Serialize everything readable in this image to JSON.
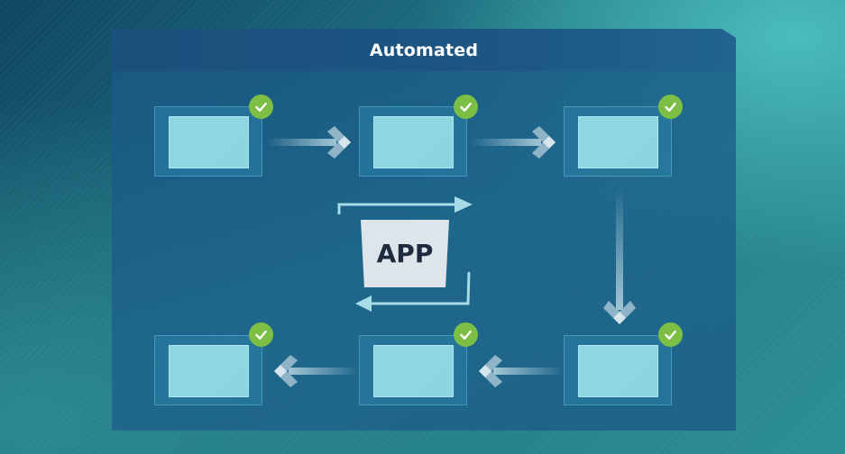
{
  "panel": {
    "title": "Automated"
  },
  "center": {
    "label": "APP",
    "icon": "cycle-arrows-icon"
  },
  "nodes": [
    {
      "id": "step-1",
      "status": "complete",
      "icon": "check-icon"
    },
    {
      "id": "step-2",
      "status": "complete",
      "icon": "check-icon"
    },
    {
      "id": "step-3",
      "status": "complete",
      "icon": "check-icon"
    },
    {
      "id": "step-4",
      "status": "complete",
      "icon": "check-icon"
    },
    {
      "id": "step-5",
      "status": "complete",
      "icon": "check-icon"
    },
    {
      "id": "step-6",
      "status": "complete",
      "icon": "check-icon"
    }
  ],
  "flow": [
    "step-1",
    "step-2",
    "step-3",
    "step-4",
    "step-5",
    "step-6"
  ],
  "colors": {
    "check": "#7dbf45",
    "screen": "#8ed7e2",
    "header": "#1b4f7c",
    "app_box": "#dde4ea",
    "app_text": "#1e2a3e"
  }
}
